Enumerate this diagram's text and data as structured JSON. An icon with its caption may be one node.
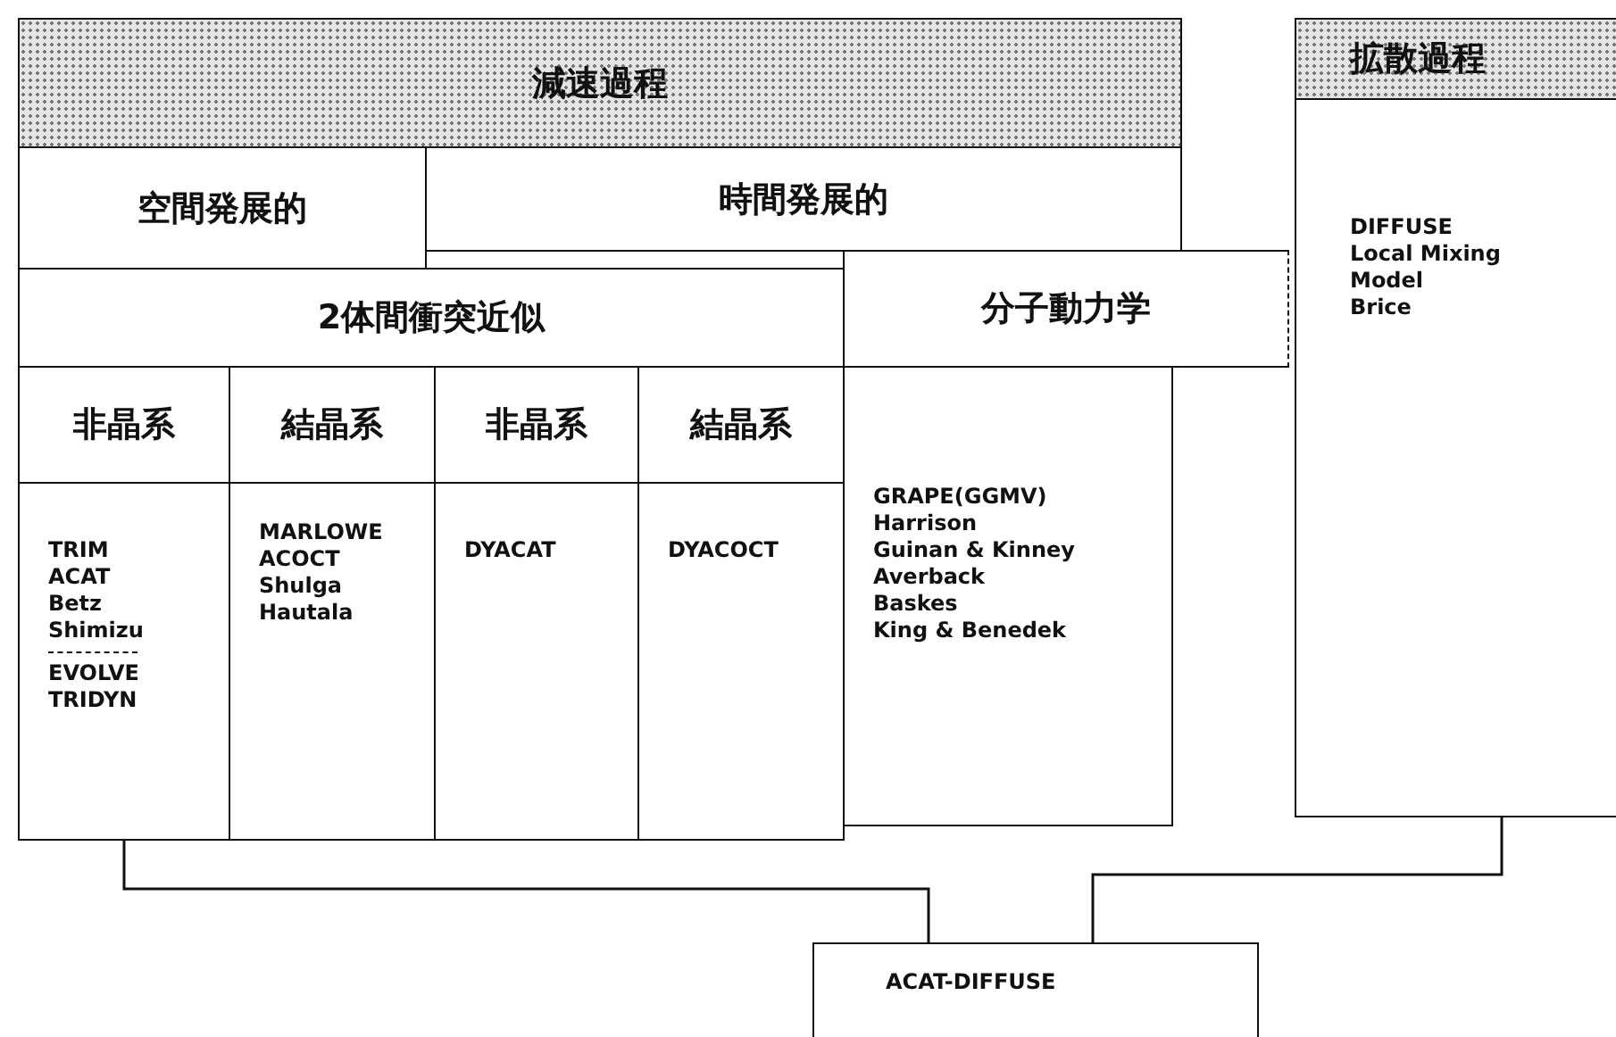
{
  "diagram": {
    "nodes": [
      {
        "text": [
          "減速過程"
        ]
      },
      {
        "text": [
          "空間発展的"
        ]
      },
      {
        "text": [
          "時間発展的"
        ]
      },
      {
        "text": [
          "2体間衝突近似"
        ]
      },
      {
        "text": [
          "分子動力学"
        ]
      },
      {
        "text": [
          "非晶系"
        ]
      },
      {
        "text": [
          "結晶系"
        ]
      },
      {
        "text": [
          "非晶系"
        ]
      },
      {
        "text": [
          "結晶系"
        ]
      },
      {
        "text": [
          "TRIM",
          "ACAT",
          "Betz",
          "Shimizu",
          "EVOLVE",
          "TRIDYN"
        ]
      },
      {
        "text": [
          "MARLOWE",
          "ACOCT",
          "Shulga",
          "Hautala"
        ]
      },
      {
        "text": [
          "DYACAT"
        ]
      },
      {
        "text": [
          "DYACOCT"
        ]
      },
      {
        "text": [
          "GRAPE(GGMV)",
          "Harrison",
          "Guinan & Kinney",
          "Averback",
          "Baskes",
          "King & Benedek"
        ]
      },
      {
        "text": [
          "拡散過程",
          "DIFFUSE",
          "Local Mixing Model",
          "Brice"
        ]
      },
      {
        "text": [
          "ACAT-DIFFUSE"
        ]
      }
    ],
    "edges": [
      {
        "from": 9,
        "to": 15,
        "arrow": "none"
      },
      {
        "from": 14,
        "to": 15,
        "arrow": "none"
      }
    ]
  }
}
